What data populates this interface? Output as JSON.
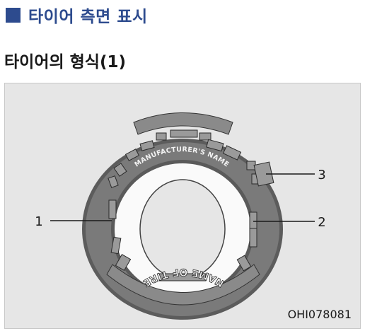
{
  "section": {
    "title": "타이어 측면 표시"
  },
  "subtitle": "타이어의 형식(1)",
  "figure": {
    "manufacturer_text": "MANUFACTURER'S NAME",
    "tire_name_text": "NAME OF TIRE",
    "callouts": [
      "1",
      "2",
      "3"
    ],
    "code": "OHI078081"
  },
  "colors": {
    "header_accent": "#2d4b8e",
    "figure_bg": "#e6e6e6",
    "tire": "#777777",
    "tire_dark": "#3a3a3a"
  }
}
